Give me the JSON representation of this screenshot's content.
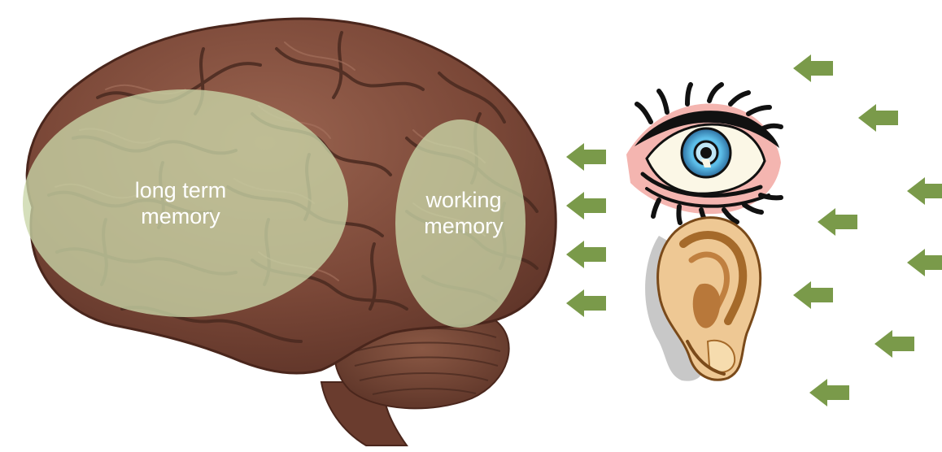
{
  "regions": {
    "long_term_memory": {
      "line1": "long term",
      "line2": "memory"
    },
    "working_memory": {
      "line1": "working",
      "line2": "memory"
    }
  },
  "colors": {
    "brain_base": "#7a4a3a",
    "brain_fold": "#5a3226",
    "brain_highlight": "#9a6650",
    "region_fill": "#c9d6a8",
    "arrow": "#7a9a4a",
    "eye_pink": "#f4b5b0",
    "iris": "#59b8e6",
    "ear_skin": "#e8c48e",
    "ear_shadow": "#a56a2a"
  },
  "icons": {
    "brain": "brain-icon",
    "eye": "eye-icon",
    "ear": "ear-icon",
    "arrow": "left-arrow-icon"
  }
}
